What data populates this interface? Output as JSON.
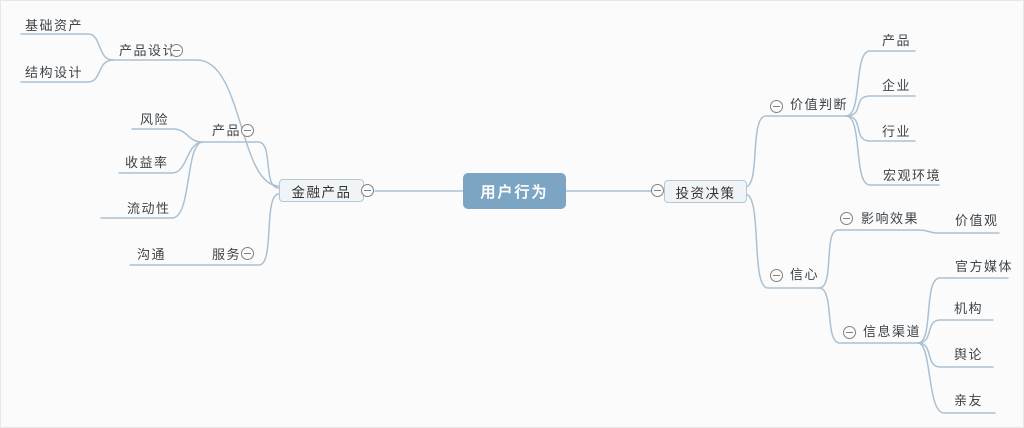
{
  "palette": {
    "background": "#fbfbfb",
    "line": "#a9c1d3",
    "center_fill": "#7ca5c4",
    "center_text": "#ffffff",
    "box_fill": "#f0f4f7",
    "box_border": "#b3c9d8",
    "text": "#3d4449",
    "collapse_icon": "#818181"
  },
  "mindmap": {
    "root": {
      "label": "用户行为"
    },
    "left": {
      "label": "金融产品",
      "children": [
        {
          "label": "产品设计",
          "children": [
            {
              "label": "基础资产"
            },
            {
              "label": "结构设计"
            }
          ]
        },
        {
          "label": "产品",
          "children": [
            {
              "label": "风险"
            },
            {
              "label": "收益率"
            },
            {
              "label": "流动性"
            }
          ]
        },
        {
          "label": "服务",
          "children": [
            {
              "label": "沟通"
            }
          ]
        }
      ]
    },
    "right": {
      "label": "投资决策",
      "children": [
        {
          "label": "价值判断",
          "children": [
            {
              "label": "产品"
            },
            {
              "label": "企业"
            },
            {
              "label": "行业"
            },
            {
              "label": "宏观环境"
            }
          ]
        },
        {
          "label": "信心",
          "children": [
            {
              "label": "影响效果",
              "children": [
                {
                  "label": "价值观"
                }
              ]
            },
            {
              "label": "信息渠道",
              "children": [
                {
                  "label": "官方媒体"
                },
                {
                  "label": "机构"
                },
                {
                  "label": "舆论"
                },
                {
                  "label": "亲友"
                }
              ]
            }
          ]
        }
      ]
    }
  }
}
